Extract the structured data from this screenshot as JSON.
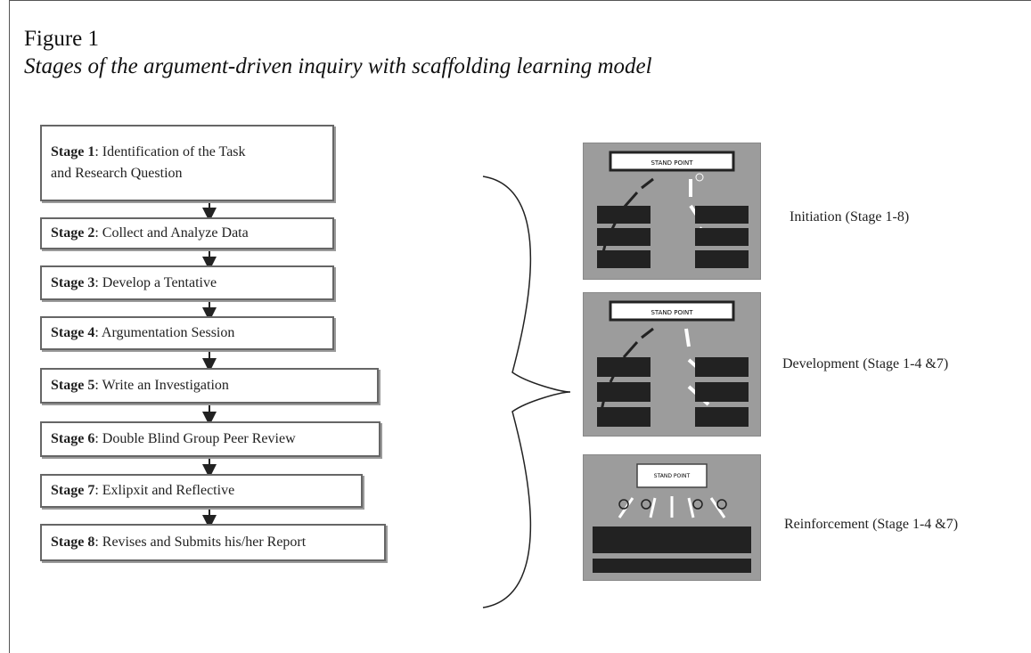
{
  "figure": {
    "label": "Figure 1",
    "title": "Stages of the argument-driven inquiry with scaffolding learning model"
  },
  "stages": [
    {
      "name": "Stage 1",
      "text": ": Identification of the Task"
    },
    {
      "name": "Stage 2",
      "text": ": Collect and Analyze Data"
    },
    {
      "name": "Stage 3",
      "text": ": Develop a Tentative"
    },
    {
      "name": "Stage 4",
      "text": ": Argumentation Session"
    },
    {
      "name": "Stage 5",
      "text": ": Write an Investigation"
    },
    {
      "name": "Stage 6",
      "text": ": Double Blind Group Peer Review"
    },
    {
      "name": "Stage 7",
      "text": ": Exlipxit and Reflective"
    },
    {
      "name": "Stage 8",
      "text": ": Revises and Submits his/her Report"
    }
  ],
  "stage1_line2": "and Research Question",
  "scaffolding": [
    {
      "phase": "Initiation (Stage 1-8)",
      "banner": "STAND POINT"
    },
    {
      "phase": "Development (Stage 1-4 &7)",
      "banner": "STAND POINT"
    },
    {
      "phase": "Reinforcement (Stage 1-4 &7)",
      "banner": "STAND POINT"
    }
  ]
}
